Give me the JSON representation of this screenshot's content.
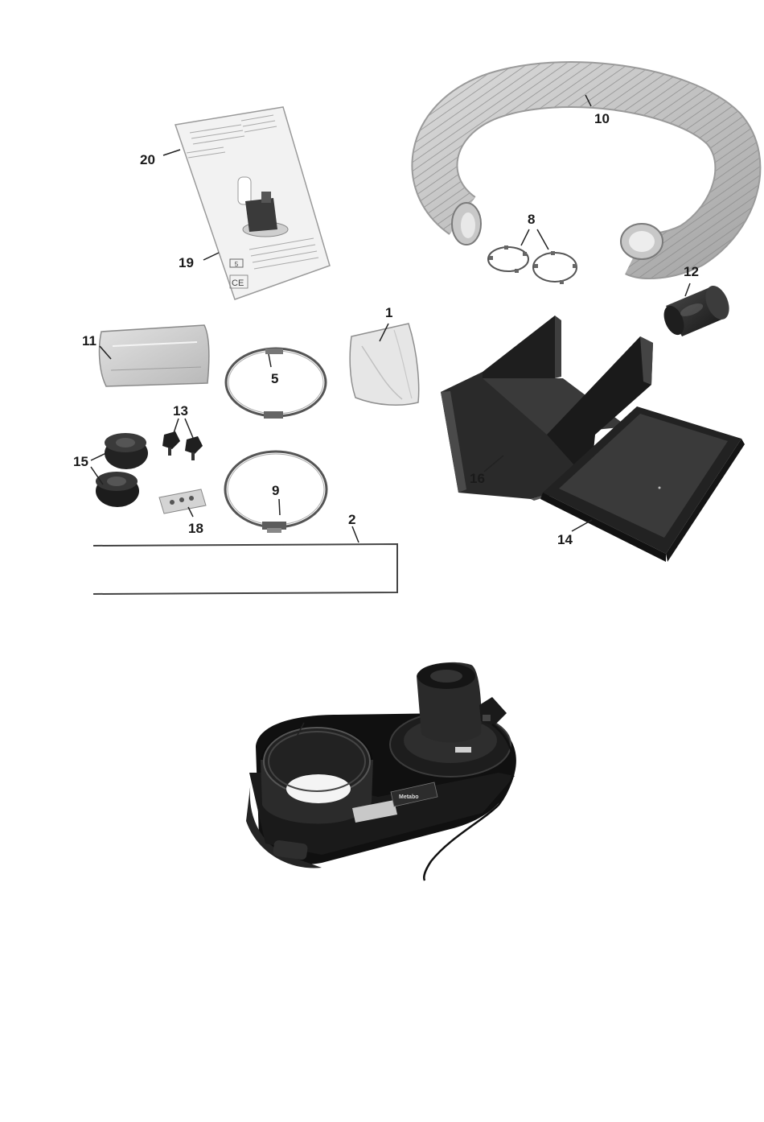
{
  "labels": {
    "l20": "20",
    "l19": "19",
    "l10": "10",
    "l8": "8",
    "l12": "12",
    "l11": "11",
    "l5": "5",
    "l1": "1",
    "l13": "13",
    "l15": "15",
    "l18": "18",
    "l9": "9",
    "l2": "2",
    "l16": "16",
    "l14": "14"
  },
  "manual": {
    "page_ref": "5",
    "ce_mark": "CE"
  },
  "machine": {
    "brand": "Metabo"
  }
}
